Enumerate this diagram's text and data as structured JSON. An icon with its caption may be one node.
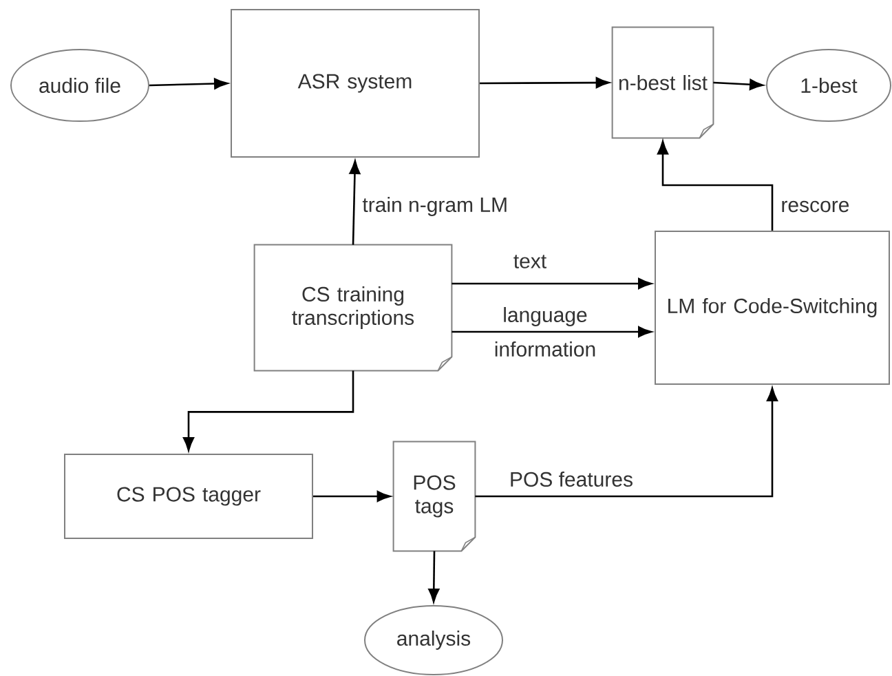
{
  "diagram": {
    "nodes": [
      {
        "text": [
          "audio file"
        ]
      },
      {
        "text": [
          "ASR system"
        ]
      },
      {
        "text": [
          "n-best list"
        ]
      },
      {
        "text": [
          "1-best"
        ]
      },
      {
        "text": [
          "CS training transcriptions"
        ]
      },
      {
        "text": [
          "LM for Code-Switching"
        ]
      },
      {
        "text": [
          "CS POS tagger"
        ]
      },
      {
        "text": [
          "POS tags"
        ]
      },
      {
        "text": [
          "analysis"
        ]
      }
    ],
    "edges": [
      {
        "from": 0,
        "to": 1,
        "arrow": "to"
      },
      {
        "from": 1,
        "to": 2,
        "arrow": "to"
      },
      {
        "from": 2,
        "to": 3,
        "arrow": "to"
      },
      {
        "from": 4,
        "to": 1,
        "arrow": "to",
        "label": "train n-gram LM"
      },
      {
        "from": 5,
        "to": 2,
        "arrow": "to",
        "label": "rescore"
      },
      {
        "from": 4,
        "to": 5,
        "arrow": "to",
        "label": "text"
      },
      {
        "from": 4,
        "to": 5,
        "arrow": "to",
        "label": "language information"
      },
      {
        "from": 4,
        "to": 6,
        "arrow": "to"
      },
      {
        "from": 6,
        "to": 7,
        "arrow": "to"
      },
      {
        "from": 7,
        "to": 5,
        "arrow": "to",
        "label": "POS features"
      },
      {
        "from": 7,
        "to": 8,
        "arrow": "to"
      }
    ]
  }
}
